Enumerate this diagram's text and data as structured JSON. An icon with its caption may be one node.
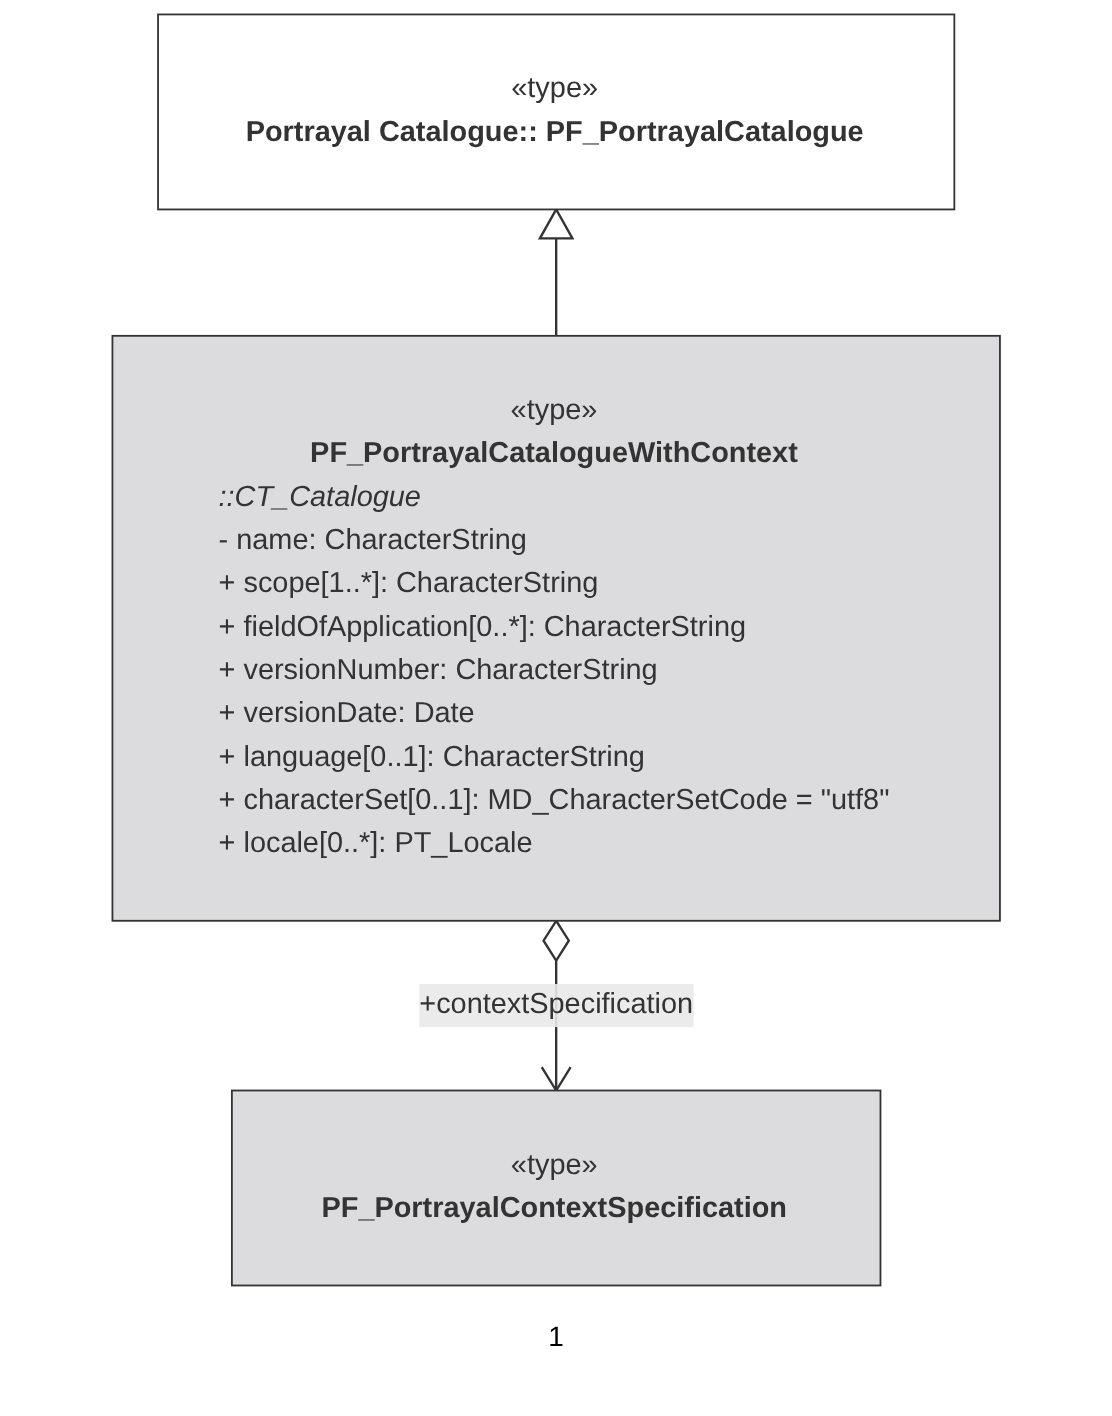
{
  "diagram": {
    "nodes": [
      {
        "text": [
          "«type»",
          "Portrayal Catalogue:: PF_PortrayalCatalogue"
        ]
      },
      {
        "text": [
          "«type»",
          "PF_PortrayalCatalogueWithContext",
          "::CT_Catalogue",
          "- name: CharacterString",
          "+ scope[1..*]: CharacterString",
          "+ fieldOfApplication[0..*]: CharacterString",
          "+ versionNumber: CharacterString",
          "+ versionDate: Date",
          "+ language[0..1]: CharacterString",
          "+ characterSet[0..1]: MD_CharacterSetCode = \"utf8\"",
          "+ locale[0..*]: PT_Locale"
        ]
      },
      {
        "text": [
          "«type»",
          "PF_PortrayalContextSpecification"
        ]
      }
    ],
    "edges": [
      {
        "from": 1,
        "to": 0,
        "arrow": "to"
      },
      {
        "from": 1,
        "to": 2,
        "arrow": "to",
        "label": "+contextSpecification"
      }
    ],
    "labels": [
      "1"
    ]
  }
}
